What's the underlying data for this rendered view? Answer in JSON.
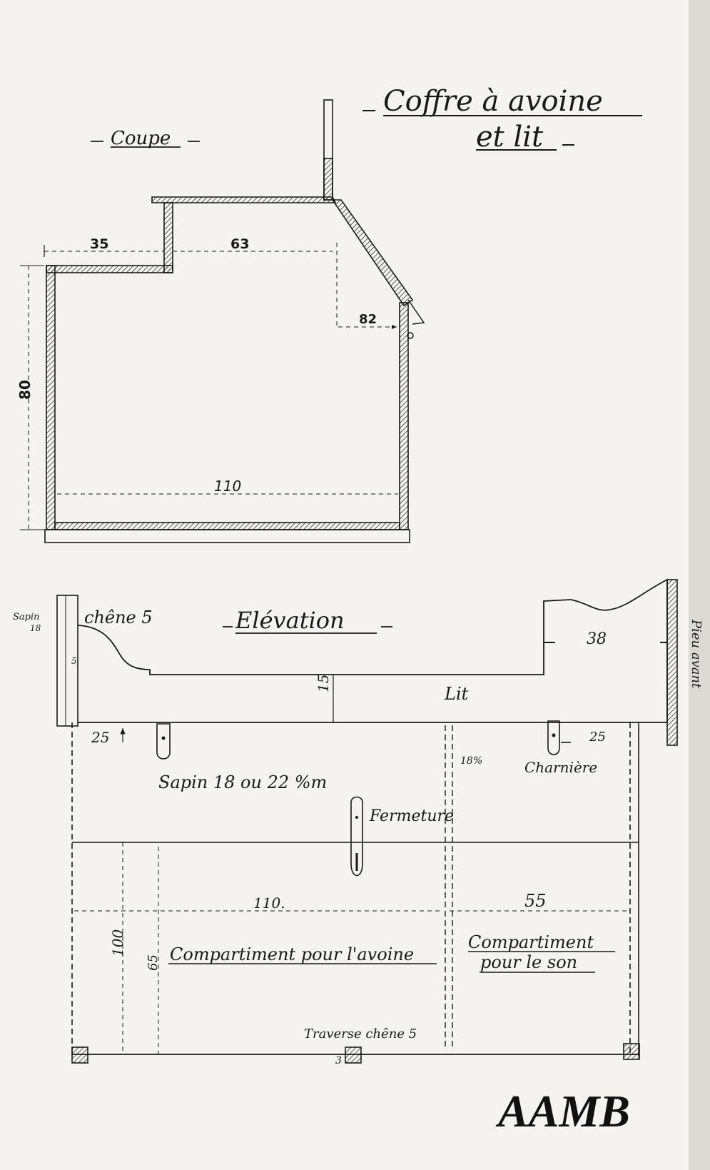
{
  "title": {
    "line1": "Coffre à avoine",
    "line2": "et lit"
  },
  "section": {
    "label": "Coupe",
    "dims": {
      "step_width": "35",
      "top_width": "63",
      "bevel": "82",
      "height": "80",
      "width": "110"
    }
  },
  "elevation": {
    "label": "Elévation",
    "left_post": {
      "wood": "Sapin",
      "thickness": "18",
      "unit": "%",
      "side_mark": "5"
    },
    "head_label": "chêne 5",
    "foot_height": "38",
    "bed_label": "Lit",
    "bed_height": "15",
    "front_post_label": "Pieu avant",
    "left_margin": "25",
    "right_margin": "25",
    "hinge_label": "Charnière",
    "divider_thickness": "18%",
    "planks_label": "Sapin 18 ou 22 %m",
    "lock_label": "Fermeture",
    "oat_width": "110.",
    "bran_width": "55",
    "total_height": "100",
    "compartment_height": "65",
    "oat_compartment": "Compartiment pour l'avoine",
    "bran_compartment_line1": "Compartiment",
    "bran_compartment_line2": "pour le son",
    "crossbar_label": "Traverse chêne 5",
    "crossbar_mark": "3"
  },
  "logo": "AAMB",
  "colors": {
    "ink": "#1a1a1a",
    "paper": "#f4f3ef"
  }
}
